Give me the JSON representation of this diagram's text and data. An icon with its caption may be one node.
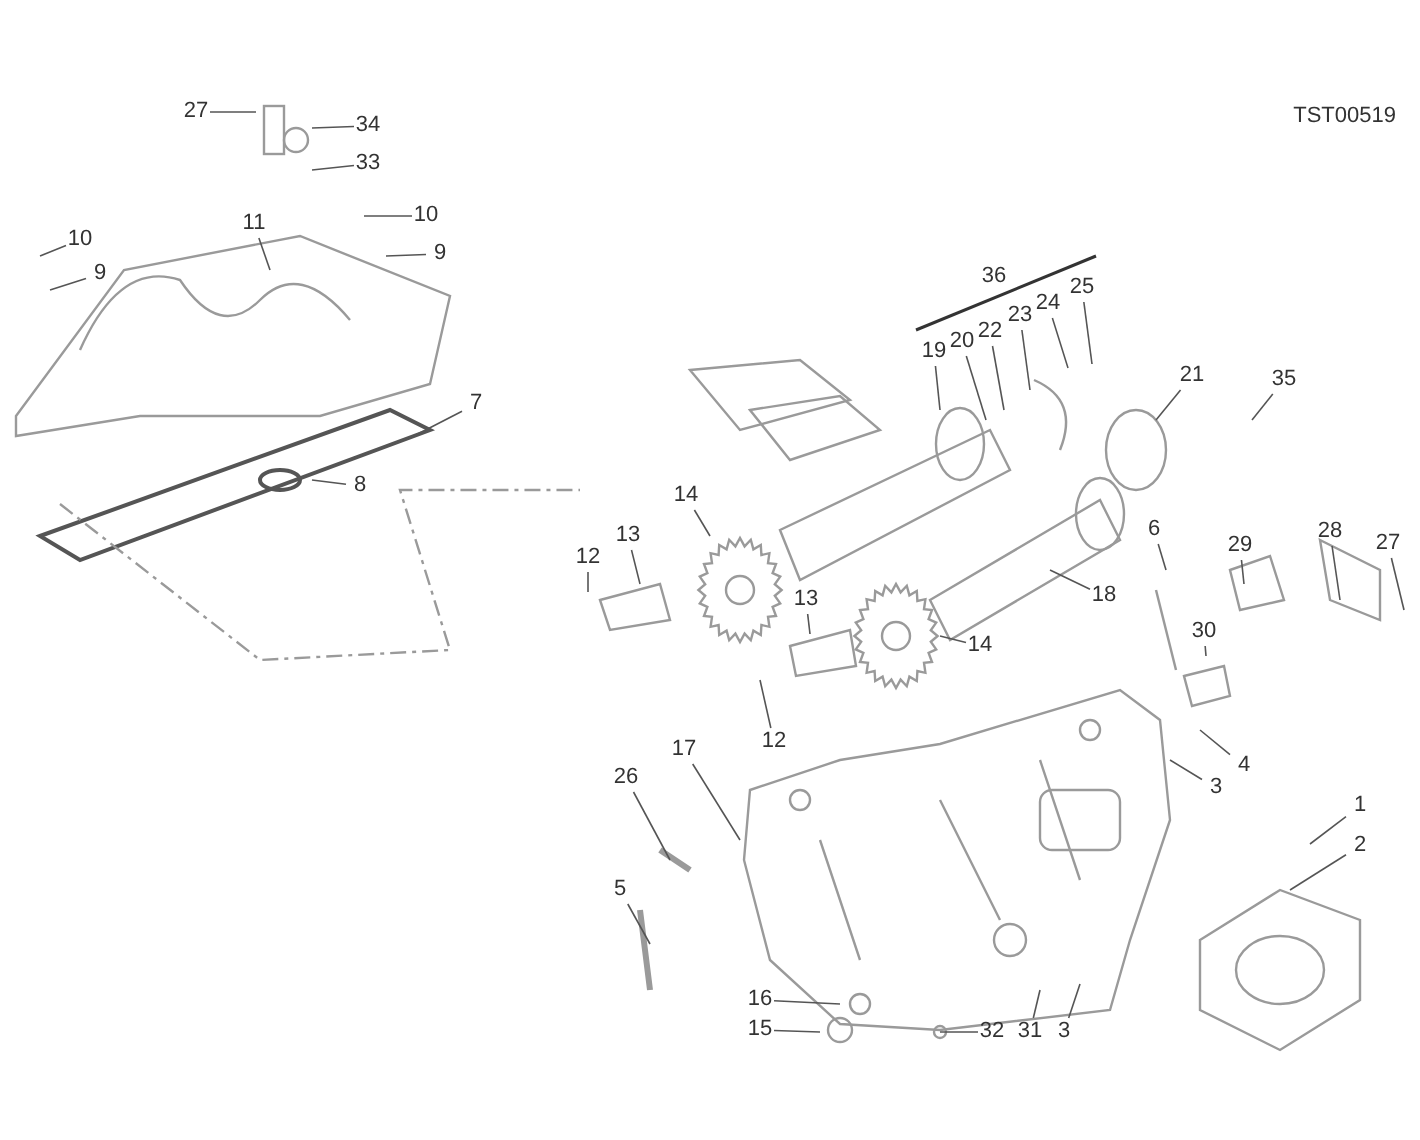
{
  "diagram": {
    "nodes": [
      {
        "text": [
          "27"
        ]
      },
      {
        "text": [
          "34"
        ]
      },
      {
        "text": [
          "33"
        ]
      },
      {
        "text": [
          "10"
        ]
      },
      {
        "text": [
          "9"
        ]
      },
      {
        "text": [
          "11"
        ]
      },
      {
        "text": [
          "10"
        ]
      },
      {
        "text": [
          "9"
        ]
      },
      {
        "text": [
          "7"
        ]
      },
      {
        "text": [
          "8"
        ]
      },
      {
        "text": [
          "19"
        ]
      },
      {
        "text": [
          "20"
        ]
      },
      {
        "text": [
          "22"
        ]
      },
      {
        "text": [
          "23"
        ]
      },
      {
        "text": [
          "24"
        ]
      },
      {
        "text": [
          "25"
        ]
      },
      {
        "text": [
          "21"
        ]
      },
      {
        "text": [
          "35"
        ]
      },
      {
        "text": [
          "14"
        ]
      },
      {
        "text": [
          "12"
        ]
      },
      {
        "text": [
          "13"
        ]
      },
      {
        "text": [
          "13"
        ]
      },
      {
        "text": [
          "12"
        ]
      },
      {
        "text": [
          "14"
        ]
      },
      {
        "text": [
          "18"
        ]
      },
      {
        "text": [
          "6"
        ]
      },
      {
        "text": [
          "29"
        ]
      },
      {
        "text": [
          "28"
        ]
      },
      {
        "text": [
          "30"
        ]
      },
      {
        "text": [
          "27"
        ]
      },
      {
        "text": [
          "4"
        ]
      },
      {
        "text": [
          "3"
        ]
      },
      {
        "text": [
          "1"
        ]
      },
      {
        "text": [
          "2"
        ]
      },
      {
        "text": [
          "17"
        ]
      },
      {
        "text": [
          "26"
        ]
      },
      {
        "text": [
          "5"
        ]
      },
      {
        "text": [
          "16"
        ]
      },
      {
        "text": [
          "15"
        ]
      },
      {
        "text": [
          "32"
        ]
      },
      {
        "text": [
          "31"
        ]
      },
      {
        "text": [
          "3"
        ]
      }
    ],
    "edges": [
      {
        "from": 0,
        "to": null,
        "arrow": "none"
      },
      {
        "from": 1,
        "to": null,
        "arrow": "none"
      },
      {
        "from": 2,
        "to": null,
        "arrow": "none"
      },
      {
        "from": 3,
        "to": null,
        "arrow": "none"
      },
      {
        "from": 4,
        "to": null,
        "arrow": "none"
      },
      {
        "from": 5,
        "to": null,
        "arrow": "none"
      },
      {
        "from": 6,
        "to": null,
        "arrow": "none"
      },
      {
        "from": 7,
        "to": null,
        "arrow": "none"
      },
      {
        "from": 8,
        "to": null,
        "arrow": "none"
      },
      {
        "from": 9,
        "to": null,
        "arrow": "none"
      },
      {
        "from": 10,
        "to": null,
        "arrow": "none"
      },
      {
        "from": 11,
        "to": null,
        "arrow": "none"
      },
      {
        "from": 12,
        "to": null,
        "arrow": "none"
      },
      {
        "from": 13,
        "to": null,
        "arrow": "none"
      },
      {
        "from": 14,
        "to": null,
        "arrow": "none"
      },
      {
        "from": 15,
        "to": null,
        "arrow": "none"
      },
      {
        "from": 16,
        "to": null,
        "arrow": "none"
      },
      {
        "from": 17,
        "to": null,
        "arrow": "none"
      },
      {
        "from": 18,
        "to": null,
        "arrow": "none"
      },
      {
        "from": 19,
        "to": null,
        "arrow": "none"
      },
      {
        "from": 20,
        "to": null,
        "arrow": "none"
      },
      {
        "from": 21,
        "to": null,
        "arrow": "none"
      },
      {
        "from": 22,
        "to": null,
        "arrow": "none"
      },
      {
        "from": 23,
        "to": null,
        "arrow": "none"
      },
      {
        "from": 24,
        "to": null,
        "arrow": "none"
      },
      {
        "from": 25,
        "to": null,
        "arrow": "none"
      },
      {
        "from": 26,
        "to": null,
        "arrow": "none"
      },
      {
        "from": 27,
        "to": null,
        "arrow": "none"
      },
      {
        "from": 28,
        "to": null,
        "arrow": "none"
      },
      {
        "from": 29,
        "to": null,
        "arrow": "none"
      },
      {
        "from": 30,
        "to": null,
        "arrow": "none"
      },
      {
        "from": 31,
        "to": null,
        "arrow": "none"
      },
      {
        "from": 32,
        "to": null,
        "arrow": "none"
      },
      {
        "from": 33,
        "to": null,
        "arrow": "none"
      },
      {
        "from": 34,
        "to": null,
        "arrow": "none"
      },
      {
        "from": 35,
        "to": null,
        "arrow": "none"
      },
      {
        "from": 36,
        "to": null,
        "arrow": "none"
      },
      {
        "from": 37,
        "to": null,
        "arrow": "none"
      },
      {
        "from": 38,
        "to": null,
        "arrow": "none"
      },
      {
        "from": 39,
        "to": null,
        "arrow": "none"
      },
      {
        "from": 40,
        "to": null,
        "arrow": "none"
      },
      {
        "from": 41,
        "to": null,
        "arrow": "none"
      }
    ],
    "labels": [
      "TST00519",
      "36"
    ]
  }
}
